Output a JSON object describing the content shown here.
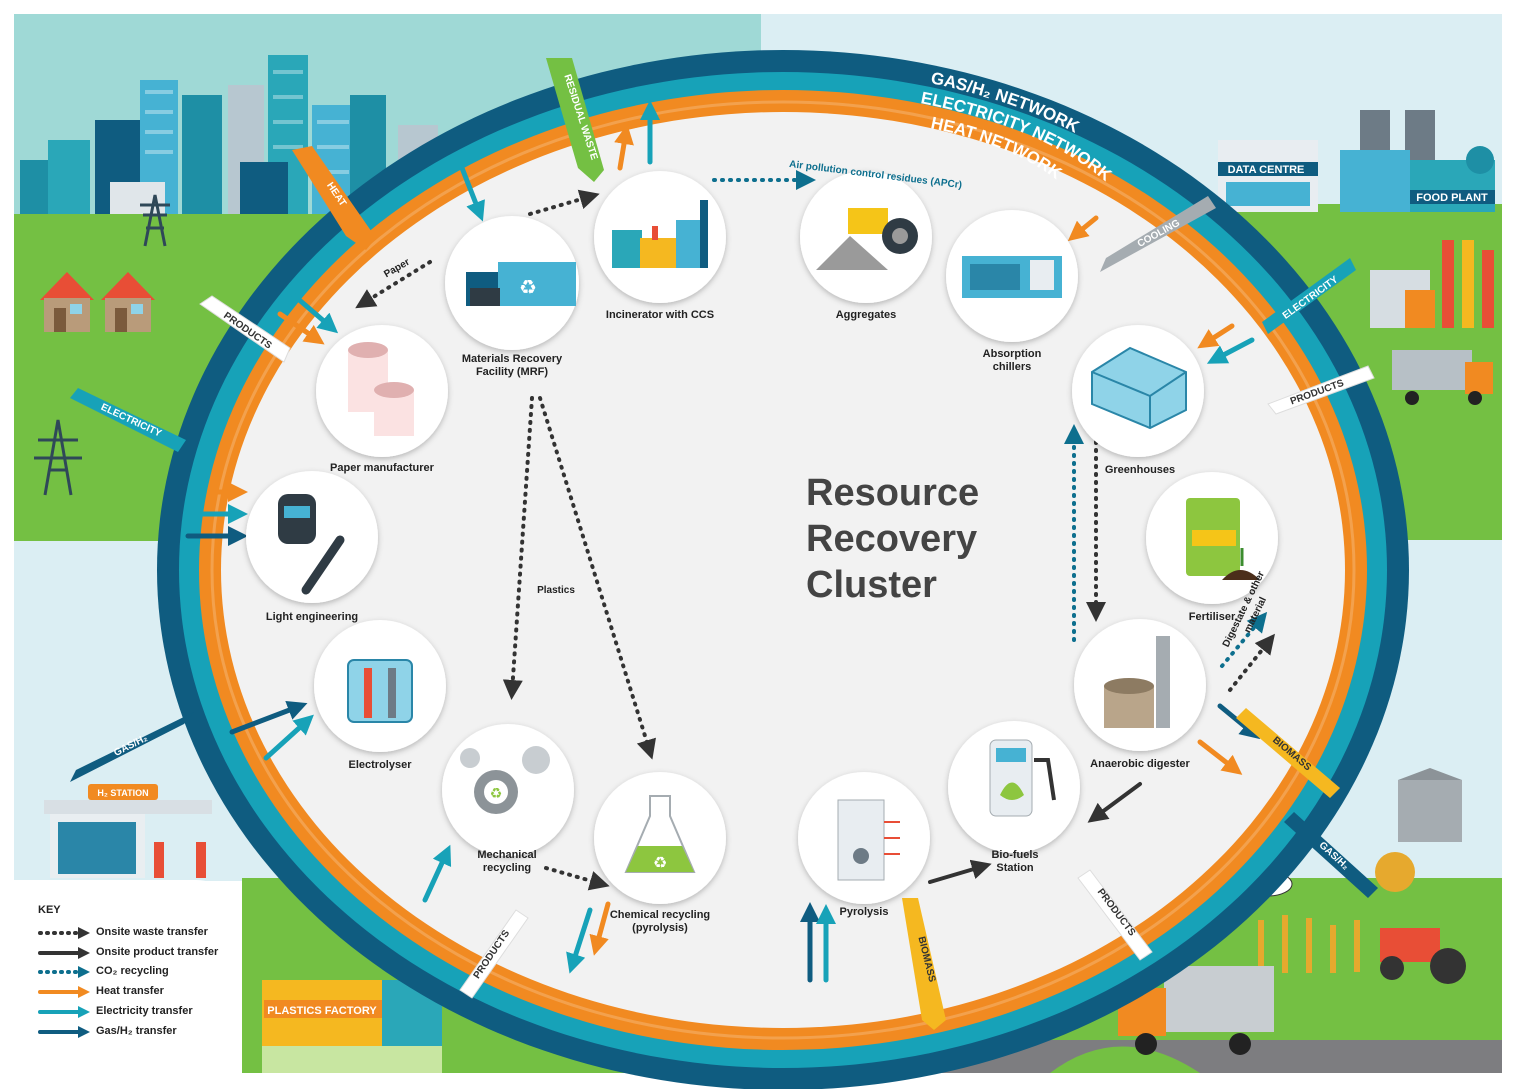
{
  "title_lines": [
    "Resource",
    "Recovery",
    "Cluster"
  ],
  "networks": {
    "gas": "GAS/H₂ NETWORK",
    "electricity": "ELECTRICITY NETWORK",
    "heat": "HEAT NETWORK"
  },
  "nodes": {
    "mrf": "Materials Recovery Facility (MRF)",
    "incinerator": "Incinerator with CCS",
    "aggregates": "Aggregates",
    "absorption": "Absorption chillers",
    "greenhouses": "Greenhouses",
    "fertiliser": "Fertiliser",
    "anaerobic": "Anaerobic digester",
    "biofuels": "Bio-fuels Station",
    "pyrolysis": "Pyrolysis",
    "chemical": "Chemical recycling (pyrolysis)",
    "mechanical": "Mechanical recycling",
    "electrolyser": "Electrolyser",
    "light_eng": "Light engineering",
    "paper_man": "Paper manufacturer"
  },
  "flow_labels": {
    "paper": "Paper",
    "plastics": "Plastics",
    "apcr": "Air pollution control residues (APCr)",
    "digestate": "Digestate & other material"
  },
  "banners": {
    "residual_waste": "RESIDUAL WASTE",
    "heat": "HEAT",
    "products_tl": "PRODUCTS",
    "electricity_l": "ELECTRICITY",
    "gas_l": "GAS/H₂",
    "products_bl": "PRODUCTS",
    "cooling": "COOLING",
    "electricity_r": "ELECTRICITY",
    "products_r": "PRODUCTS",
    "biomass_r": "BIOMASS",
    "gas_r": "GAS/H₂",
    "products_br": "PRODUCTS",
    "biomass_b": "BIOMASS"
  },
  "buildings": {
    "data_centre": "DATA CENTRE",
    "food_plant": "FOOD PLANT",
    "h2_station": "H₂ STATION",
    "plastics_factory": "PLASTICS FACTORY"
  },
  "key": {
    "title": "KEY",
    "items": [
      {
        "label": "Onsite waste transfer",
        "style": "dotted",
        "color": "#333333"
      },
      {
        "label": "Onsite product transfer",
        "style": "solid",
        "color": "#333333"
      },
      {
        "label": "CO₂ recycling",
        "style": "dotted",
        "color": "#0d6f8e"
      },
      {
        "label": "Heat transfer",
        "style": "solid",
        "color": "#f18a21"
      },
      {
        "label": "Electricity transfer",
        "style": "solid",
        "color": "#17a2b8"
      },
      {
        "label": "Gas/H₂ transfer",
        "style": "solid",
        "color": "#0f5c80"
      }
    ]
  },
  "colors": {
    "gas_ring": "#0f5c80",
    "electricity_ring": "#17a2b8",
    "heat_ring": "#f18a21",
    "grass": "#74c043",
    "sky": "#9fd9d6",
    "sky_right": "#dbeef3",
    "biomass": "#f5b820"
  }
}
